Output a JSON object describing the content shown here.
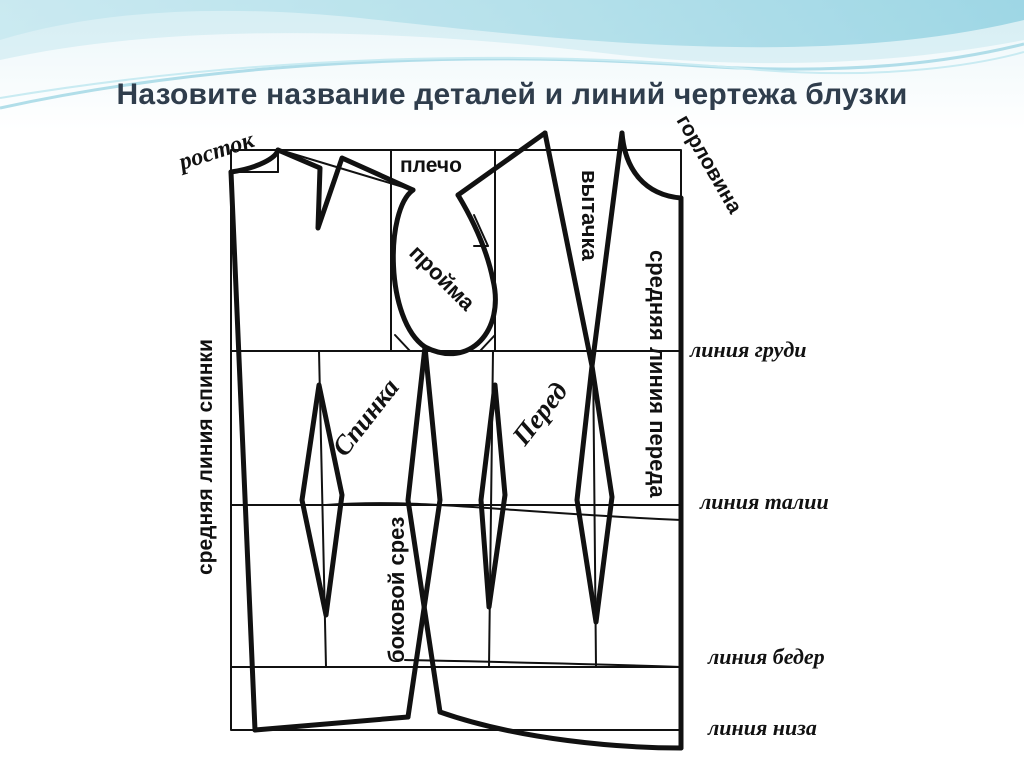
{
  "title": "Назовите название деталей и линий чертежа блузки",
  "labels": {
    "rostok": "росток",
    "plecho": "плечо",
    "gorlovina": "горловина",
    "vytachka": "вытачка",
    "proyma": "пройма",
    "spinka": "Спинка",
    "pered": "Перед",
    "srednyaya_spinki": "средняя линия спинки",
    "srednyaya_pereda": "средняя линия переда",
    "bokovoy_srez": "боковой срез",
    "liniya_grudi": "линия груди",
    "liniya_talii": "линия талии",
    "liniya_beder": "линия бедер",
    "liniya_niza": "линия низа"
  },
  "colors": {
    "title": "#2f3d4c",
    "wave_light": "#d6eef4",
    "wave_mid": "#8fd0e0",
    "wave_dark": "#3fb3cf",
    "ink": "#111111"
  }
}
